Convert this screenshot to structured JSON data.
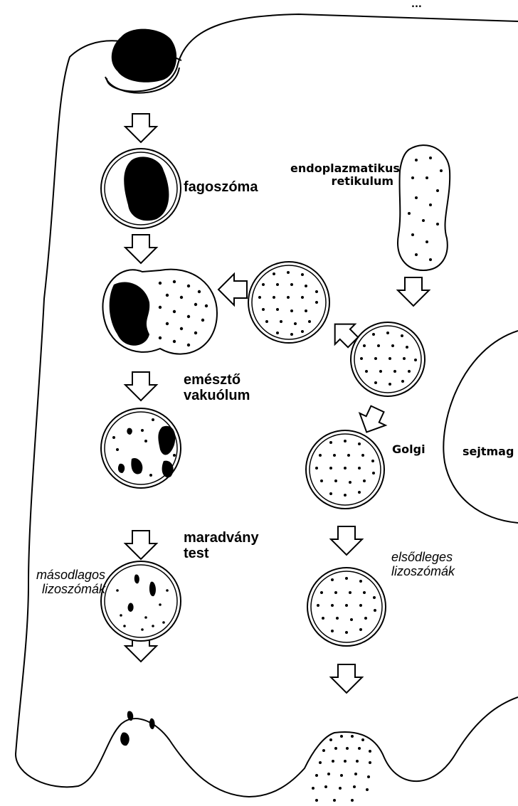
{
  "header_fragment": "...",
  "labels": {
    "phagosome": "fagoszóma",
    "er_line1": "endoplazmatikus",
    "er_line2": "retikulum",
    "digestive_line1": "emésztő",
    "digestive_line2": "vakuólum",
    "residual_line1": "maradvány",
    "residual_line2": "test",
    "secondary_line1": "másodlagos",
    "secondary_line2": "lizoszómák",
    "golgi": "Golgi",
    "nucleus": "sejtmag",
    "primary_line1": "elsődleges",
    "primary_line2": "lizoszómák"
  },
  "colors": {
    "ink": "#000000",
    "paper": "#ffffff"
  }
}
